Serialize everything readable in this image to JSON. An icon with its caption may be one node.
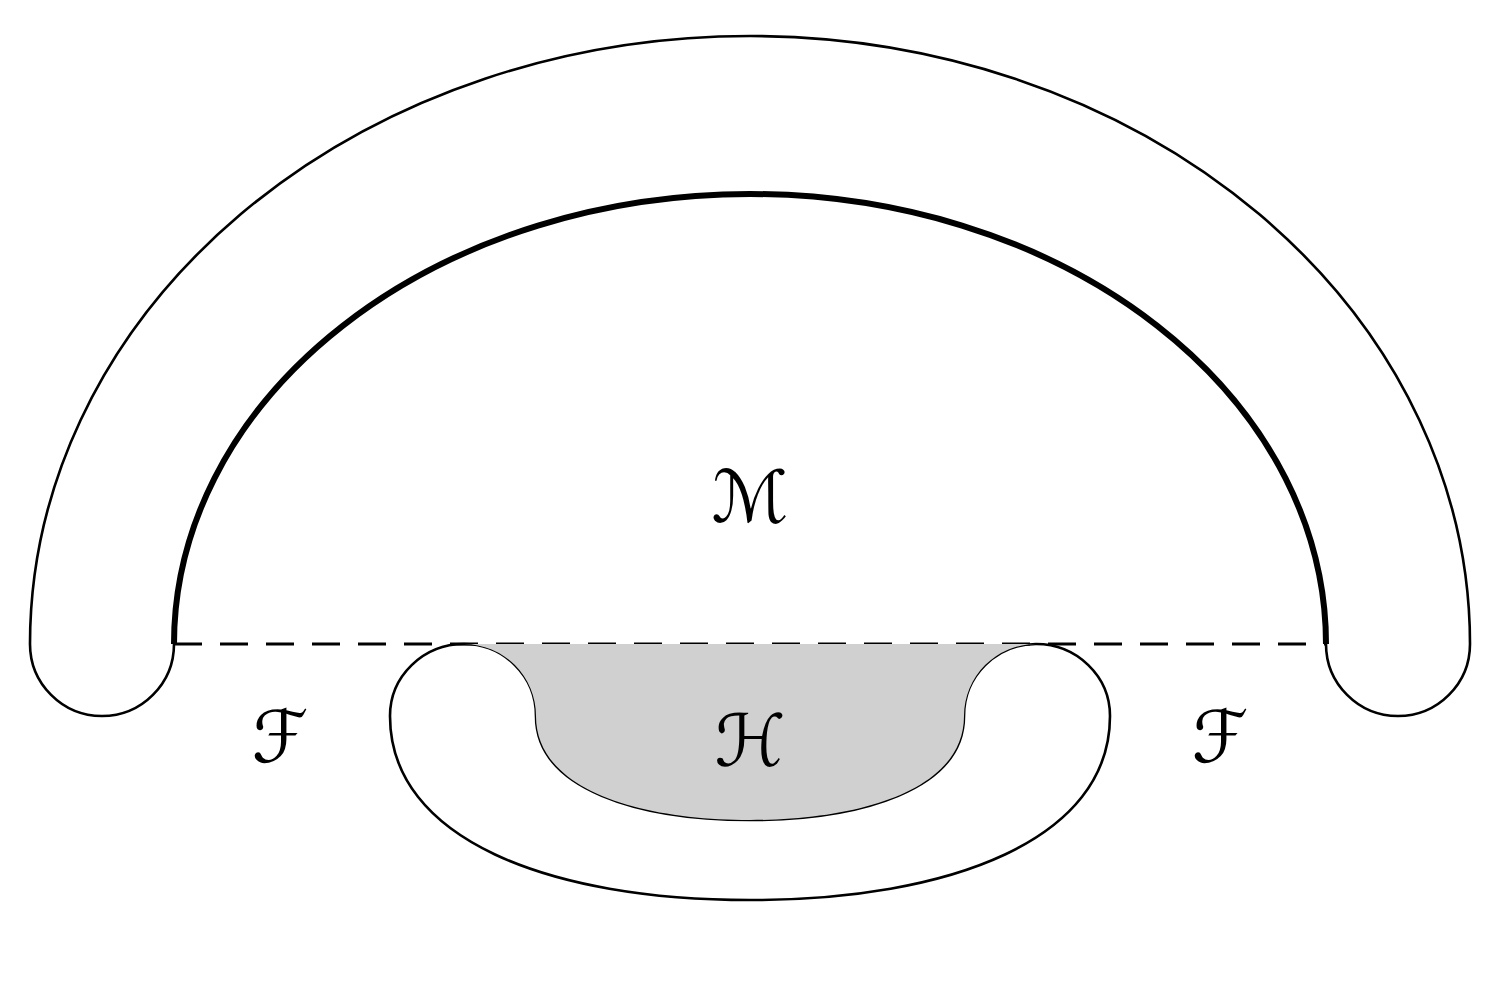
{
  "diagram": {
    "nodes": [
      {
        "text": [
          "ℳ"
        ]
      },
      {
        "text": [
          "ℋ"
        ]
      }
    ],
    "labels": [
      "ℱ",
      "ℱ"
    ]
  }
}
